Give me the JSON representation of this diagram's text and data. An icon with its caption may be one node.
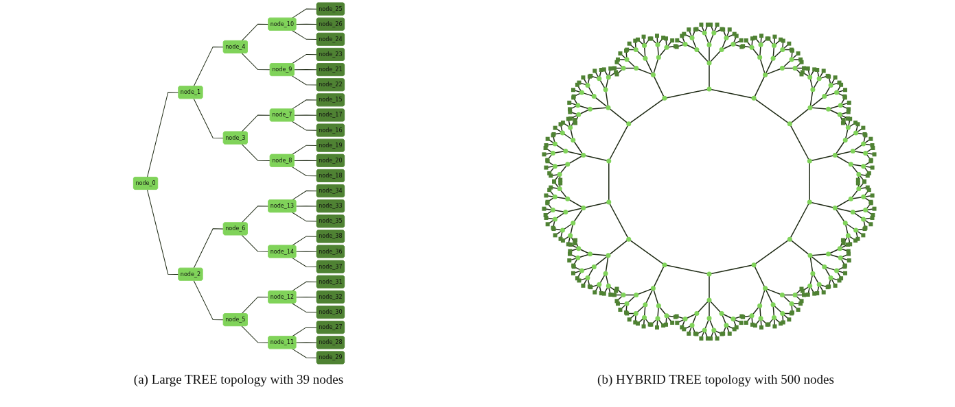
{
  "diagram": {
    "nodes": [
      {
        "text": [
          "node_0"
        ]
      },
      {
        "text": [
          "node_1"
        ]
      },
      {
        "text": [
          "node_2"
        ]
      },
      {
        "text": [
          "node_3"
        ]
      },
      {
        "text": [
          "node_4"
        ]
      },
      {
        "text": [
          "node_5"
        ]
      },
      {
        "text": [
          "node_6"
        ]
      },
      {
        "text": [
          "node_7"
        ]
      },
      {
        "text": [
          "node_8"
        ]
      },
      {
        "text": [
          "node_9"
        ]
      },
      {
        "text": [
          "node_10"
        ]
      },
      {
        "text": [
          "node_11"
        ]
      },
      {
        "text": [
          "node_12"
        ]
      },
      {
        "text": [
          "node_13"
        ]
      },
      {
        "text": [
          "node_14"
        ]
      },
      {
        "text": [
          "node_15"
        ]
      },
      {
        "text": [
          "node_16"
        ]
      },
      {
        "text": [
          "node_17"
        ]
      },
      {
        "text": [
          "node_18"
        ]
      },
      {
        "text": [
          "node_19"
        ]
      },
      {
        "text": [
          "node_20"
        ]
      },
      {
        "text": [
          "node_21"
        ]
      },
      {
        "text": [
          "node_22"
        ]
      },
      {
        "text": [
          "node_23"
        ]
      },
      {
        "text": [
          "node_24"
        ]
      },
      {
        "text": [
          "node_25"
        ]
      },
      {
        "text": [
          "node_26"
        ]
      },
      {
        "text": [
          "node_27"
        ]
      },
      {
        "text": [
          "node_28"
        ]
      },
      {
        "text": [
          "node_29"
        ]
      },
      {
        "text": [
          "node_30"
        ]
      },
      {
        "text": [
          "node_31"
        ]
      },
      {
        "text": [
          "node_32"
        ]
      },
      {
        "text": [
          "node_33"
        ]
      },
      {
        "text": [
          "node_34"
        ]
      },
      {
        "text": [
          "node_35"
        ]
      },
      {
        "text": [
          "node_36"
        ]
      },
      {
        "text": [
          "node_37"
        ]
      },
      {
        "text": [
          "node_38"
        ]
      }
    ],
    "edges": [
      {
        "from": 0,
        "to": 1,
        "arrow": "none"
      },
      {
        "from": 0,
        "to": 2,
        "arrow": "none"
      },
      {
        "from": 2,
        "to": 6,
        "arrow": "none"
      },
      {
        "from": 2,
        "to": 5,
        "arrow": "none"
      },
      {
        "from": 6,
        "to": 13,
        "arrow": "none"
      },
      {
        "from": 6,
        "to": 14,
        "arrow": "none"
      },
      {
        "from": 13,
        "to": 34,
        "arrow": "none"
      },
      {
        "from": 13,
        "to": 33,
        "arrow": "none"
      },
      {
        "from": 13,
        "to": 35,
        "arrow": "none"
      },
      {
        "from": 14,
        "to": 38,
        "arrow": "none"
      },
      {
        "from": 14,
        "to": 36,
        "arrow": "none"
      },
      {
        "from": 14,
        "to": 37,
        "arrow": "none"
      },
      {
        "from": 5,
        "to": 12,
        "arrow": "none"
      },
      {
        "from": 5,
        "to": 11,
        "arrow": "none"
      },
      {
        "from": 12,
        "to": 31,
        "arrow": "none"
      },
      {
        "from": 12,
        "to": 32,
        "arrow": "none"
      },
      {
        "from": 12,
        "to": 30,
        "arrow": "none"
      },
      {
        "from": 11,
        "to": 27,
        "arrow": "none"
      },
      {
        "from": 11,
        "to": 28,
        "arrow": "none"
      },
      {
        "from": 11,
        "to": 29,
        "arrow": "none"
      },
      {
        "from": 1,
        "to": 4,
        "arrow": "none"
      },
      {
        "from": 1,
        "to": 3,
        "arrow": "none"
      },
      {
        "from": 4,
        "to": 10,
        "arrow": "none"
      },
      {
        "from": 4,
        "to": 9,
        "arrow": "none"
      },
      {
        "from": 10,
        "to": 25,
        "arrow": "none"
      },
      {
        "from": 10,
        "to": 26,
        "arrow": "none"
      },
      {
        "from": 10,
        "to": 24,
        "arrow": "none"
      },
      {
        "from": 9,
        "to": 23,
        "arrow": "none"
      },
      {
        "from": 9,
        "to": 21,
        "arrow": "none"
      },
      {
        "from": 9,
        "to": 22,
        "arrow": "none"
      },
      {
        "from": 3,
        "to": 7,
        "arrow": "none"
      },
      {
        "from": 3,
        "to": 8,
        "arrow": "none"
      },
      {
        "from": 7,
        "to": 15,
        "arrow": "none"
      },
      {
        "from": 7,
        "to": 17,
        "arrow": "none"
      },
      {
        "from": 7,
        "to": 16,
        "arrow": "none"
      },
      {
        "from": 8,
        "to": 19,
        "arrow": "none"
      },
      {
        "from": 8,
        "to": 20,
        "arrow": "none"
      },
      {
        "from": 8,
        "to": 18,
        "arrow": "none"
      }
    ],
    "labels": [
      "(a) Large TREE topology with 39 nodes",
      "(b) HYBRID TREE topology with 500 nodes"
    ]
  }
}
